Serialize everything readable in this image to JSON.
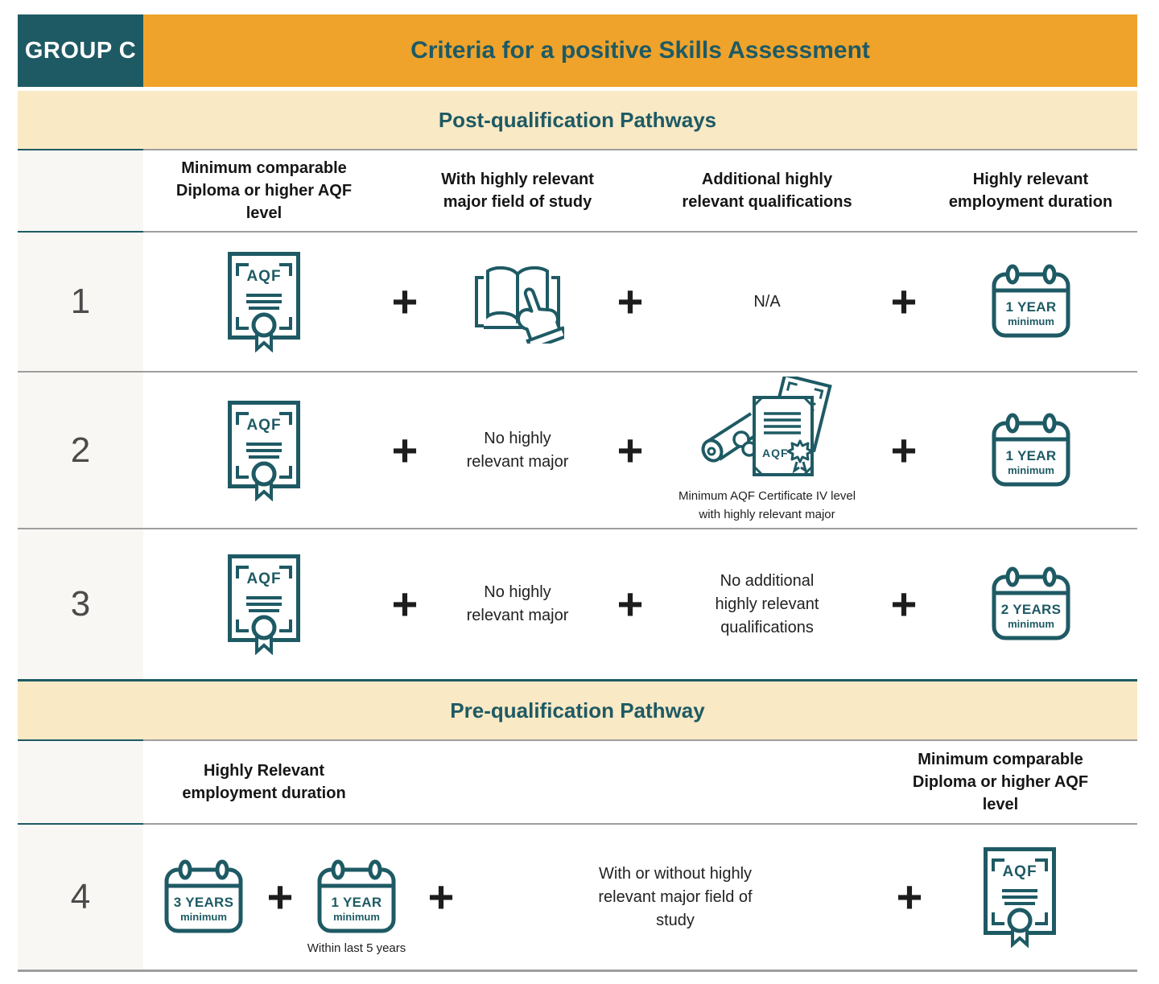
{
  "colors": {
    "teal": "#1e5a64",
    "orange": "#efa32b",
    "cream": "#f9e9c5",
    "line_gray": "#9e9e9e",
    "number_gray": "#4b4b4b",
    "text_dark": "#1f1f1f"
  },
  "header": {
    "group_label": "GROUP C",
    "title": "Criteria for a positive Skills Assessment"
  },
  "post_section": {
    "band_title": "Post-qualification Pathways",
    "col1": "Minimum comparable Diploma or higher AQF level",
    "col2": "With highly relevant major field of study",
    "col3": "Additional highly relevant qualifications",
    "col4": "Highly relevant employment duration"
  },
  "pre_section": {
    "band_title": "Pre-qualification Pathway",
    "left_column": "Highly Relevant employment duration",
    "right_column": "Minimum comparable Diploma or higher AQF level"
  },
  "plus": "+",
  "aqf": "AQF",
  "rows": {
    "row1": {
      "num": "1",
      "col3": "N/A",
      "col4_value": "1 YEAR",
      "col4_unit": "minimum"
    },
    "row2": {
      "num": "2",
      "col2": "No highly relevant major",
      "col3_caption": "Minimum AQF Certificate IV level with highly relevant major",
      "col4_value": "1 YEAR",
      "col4_unit": "minimum"
    },
    "row3": {
      "num": "3",
      "col2": "No highly relevant major",
      "col3": "No additional highly relevant qualifications",
      "col4_value": "2 YEARS",
      "col4_unit": "minimum"
    },
    "row4": {
      "num": "4",
      "cal1_value": "3 YEARS",
      "cal1_unit": "minimum",
      "cal2_value": "1 YEAR",
      "cal2_unit": "minimum",
      "cal2_caption": "Within last 5 years",
      "middle_text": "With or without highly relevant major field of study"
    }
  }
}
